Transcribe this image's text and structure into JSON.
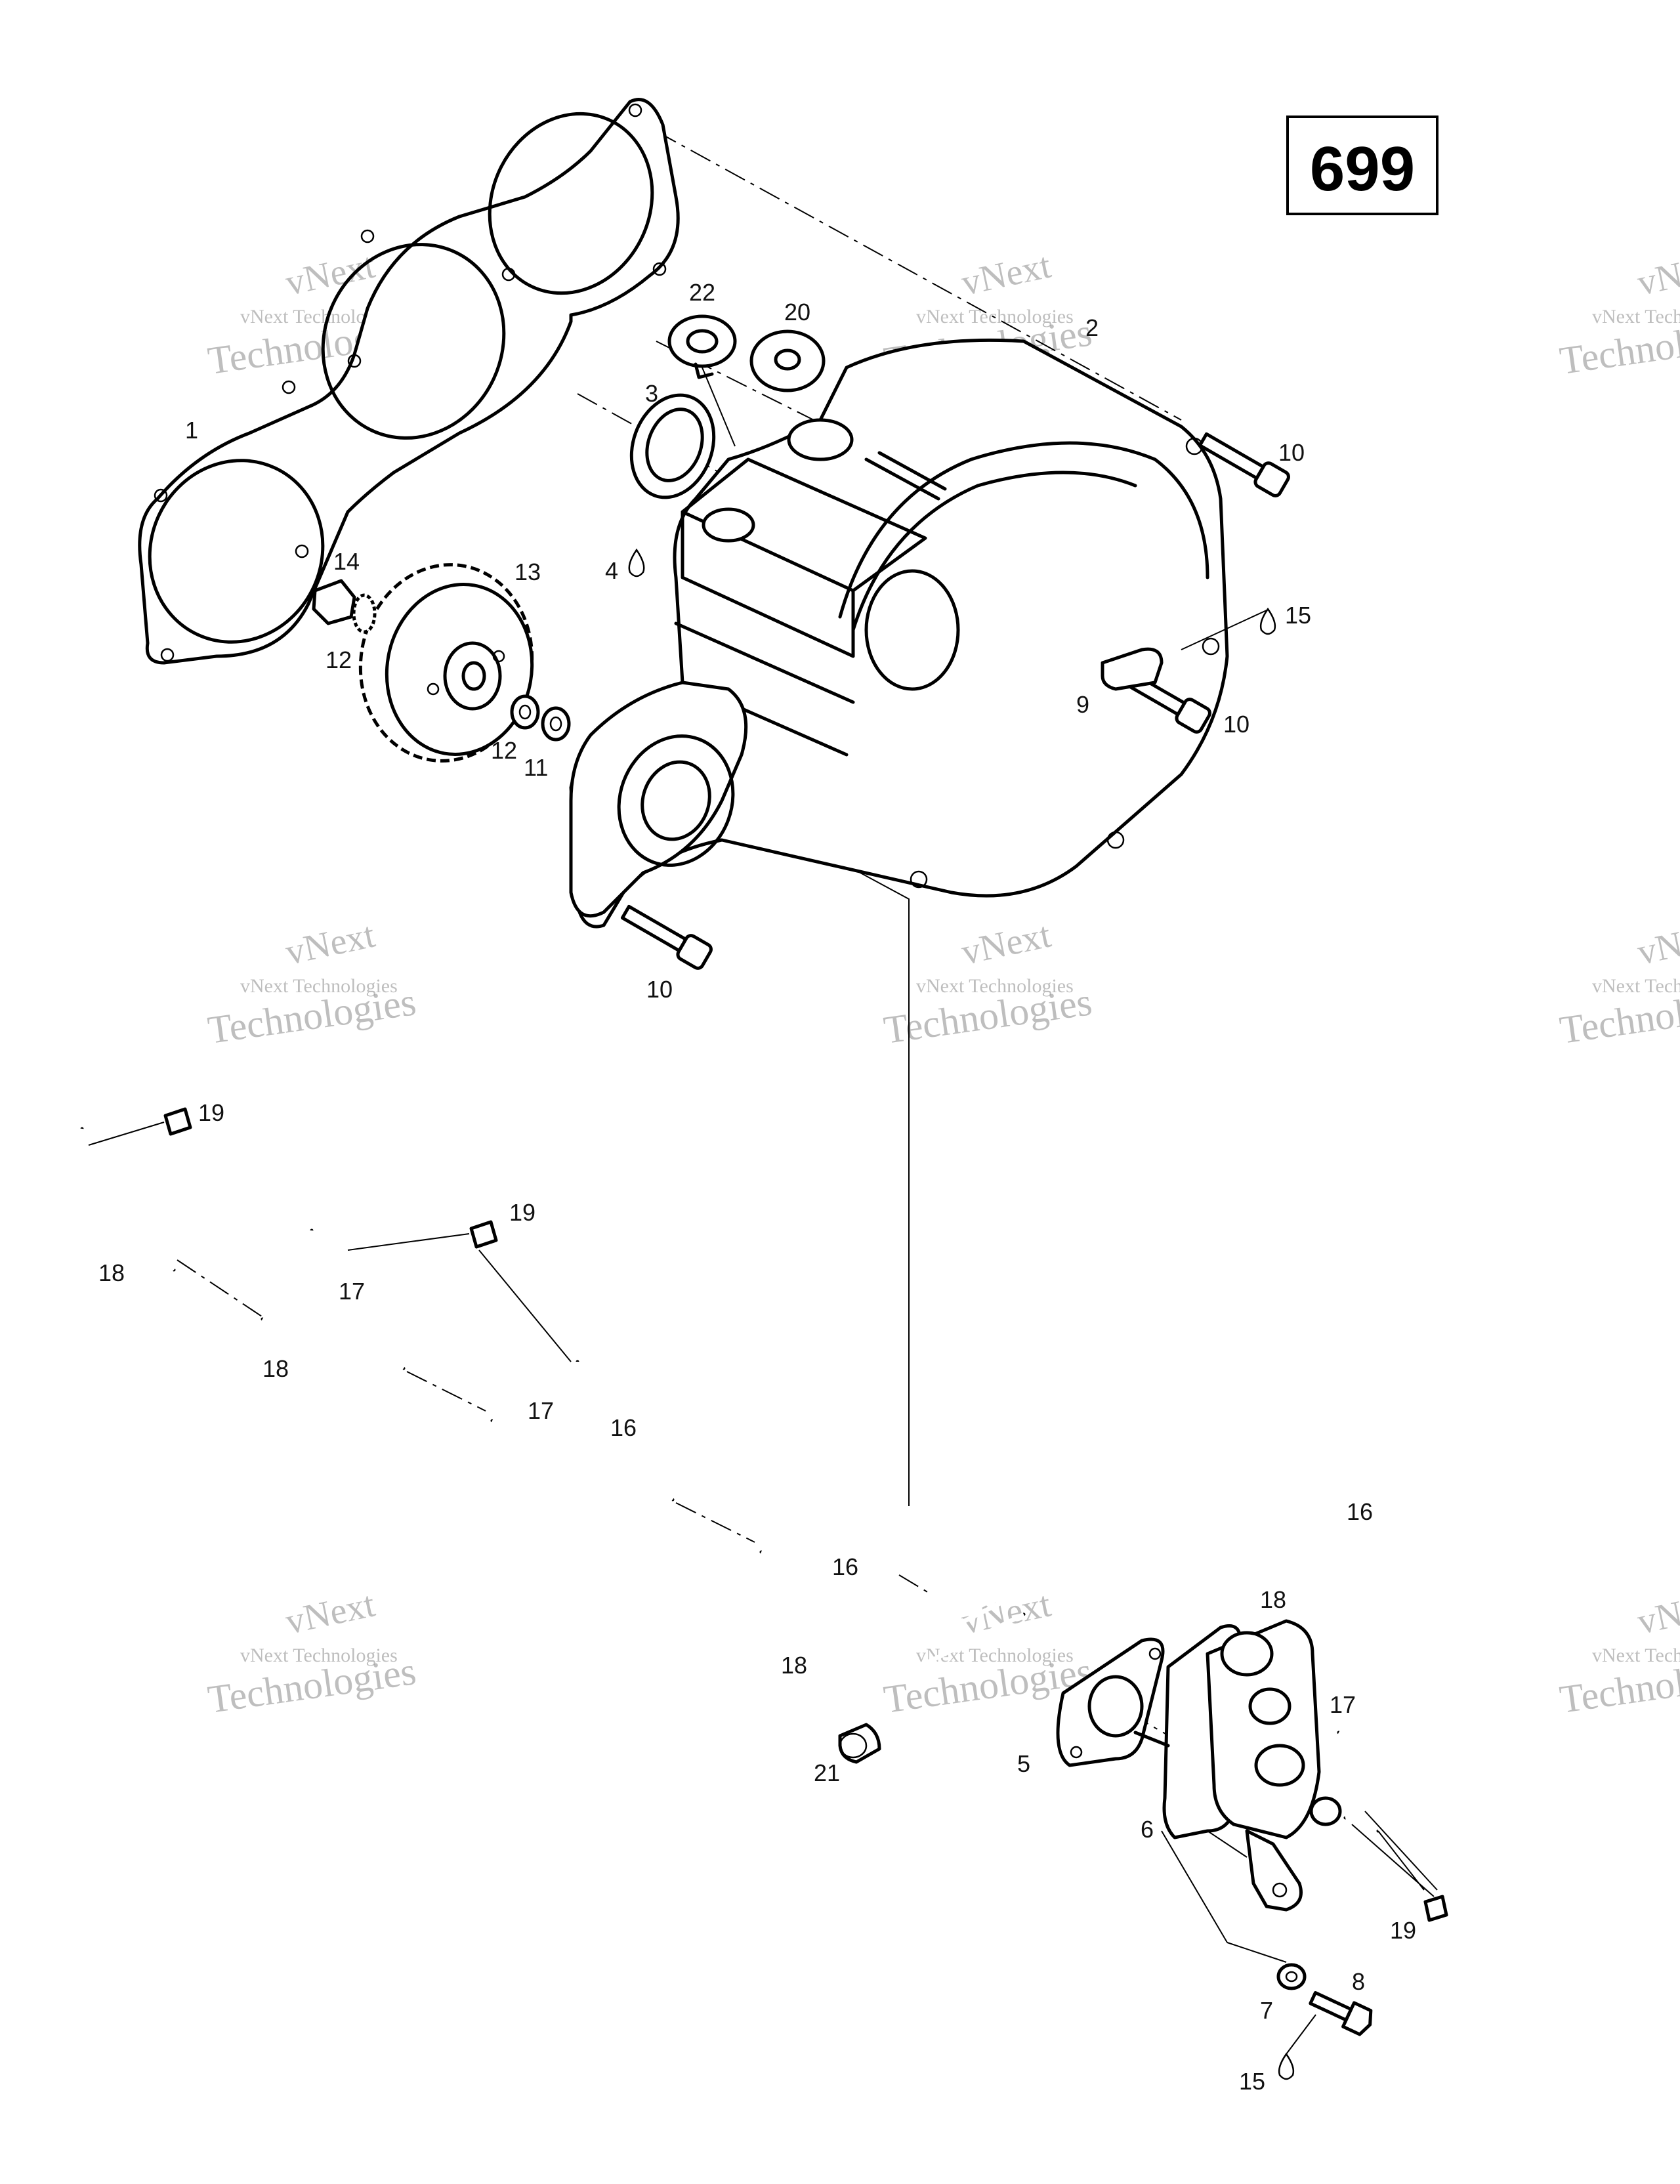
{
  "diagram_number": "699",
  "watermark": {
    "line1": "vNext",
    "line2": "vNext Technologies",
    "line3": "Technologies"
  },
  "callouts": {
    "c1": "1",
    "c2": "2",
    "c3": "3",
    "c4": "4",
    "c5": "5",
    "c6": "6",
    "c7": "7",
    "c8": "8",
    "c9": "9",
    "c10a": "10",
    "c10b": "10",
    "c10c": "10",
    "c11": "11",
    "c12a": "12",
    "c12b": "12",
    "c13": "13",
    "c14": "14",
    "c15a": "15",
    "c15b": "15",
    "c16a": "16",
    "c16b": "16",
    "c16c": "16",
    "c17a": "17",
    "c17b": "17",
    "c17c": "17",
    "c18a": "18",
    "c18b": "18",
    "c18c": "18",
    "c18d": "18",
    "c19a": "19",
    "c19b": "19",
    "c19c": "19",
    "c20": "20",
    "c21": "21",
    "c22": "22"
  }
}
